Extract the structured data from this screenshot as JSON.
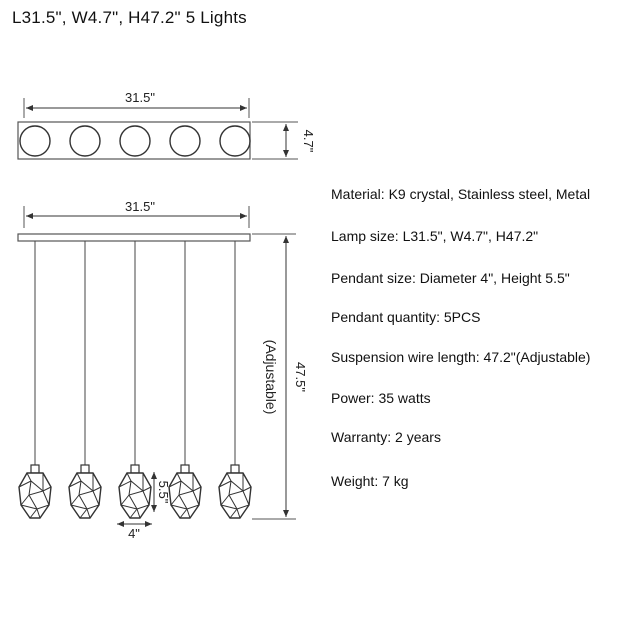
{
  "title": "L31.5\", W4.7\", H47.2\" 5 Lights",
  "diagram": {
    "top_width_label": "31.5\"",
    "top_depth_label": "4.7\"",
    "side_width_label": "31.5\"",
    "height_label": "47.5\"",
    "adjustable_label": "(Adjustable)",
    "pendant_height_label": "5.5\"",
    "pendant_diameter_label": "4\"",
    "pendant_count": 5
  },
  "specs": [
    {
      "label": "Material:",
      "value": "K9 crystal, Stainless steel, Metal"
    },
    {
      "label": "Lamp size:",
      "value": "L31.5\", W4.7\", H47.2\""
    },
    {
      "label": "Pendant size:",
      "value": "Diameter  4\", Height  5.5\""
    },
    {
      "label": "Pendant quantity:",
      "value": "5PCS"
    },
    {
      "label": "Suspension wire length:",
      "value": "47.2\"(Adjustable)"
    },
    {
      "label": "Power:",
      "value": "35 watts"
    },
    {
      "label": "Warranty:",
      "value": "2 years"
    },
    {
      "label": "Weight:",
      "value": "7 kg"
    }
  ]
}
